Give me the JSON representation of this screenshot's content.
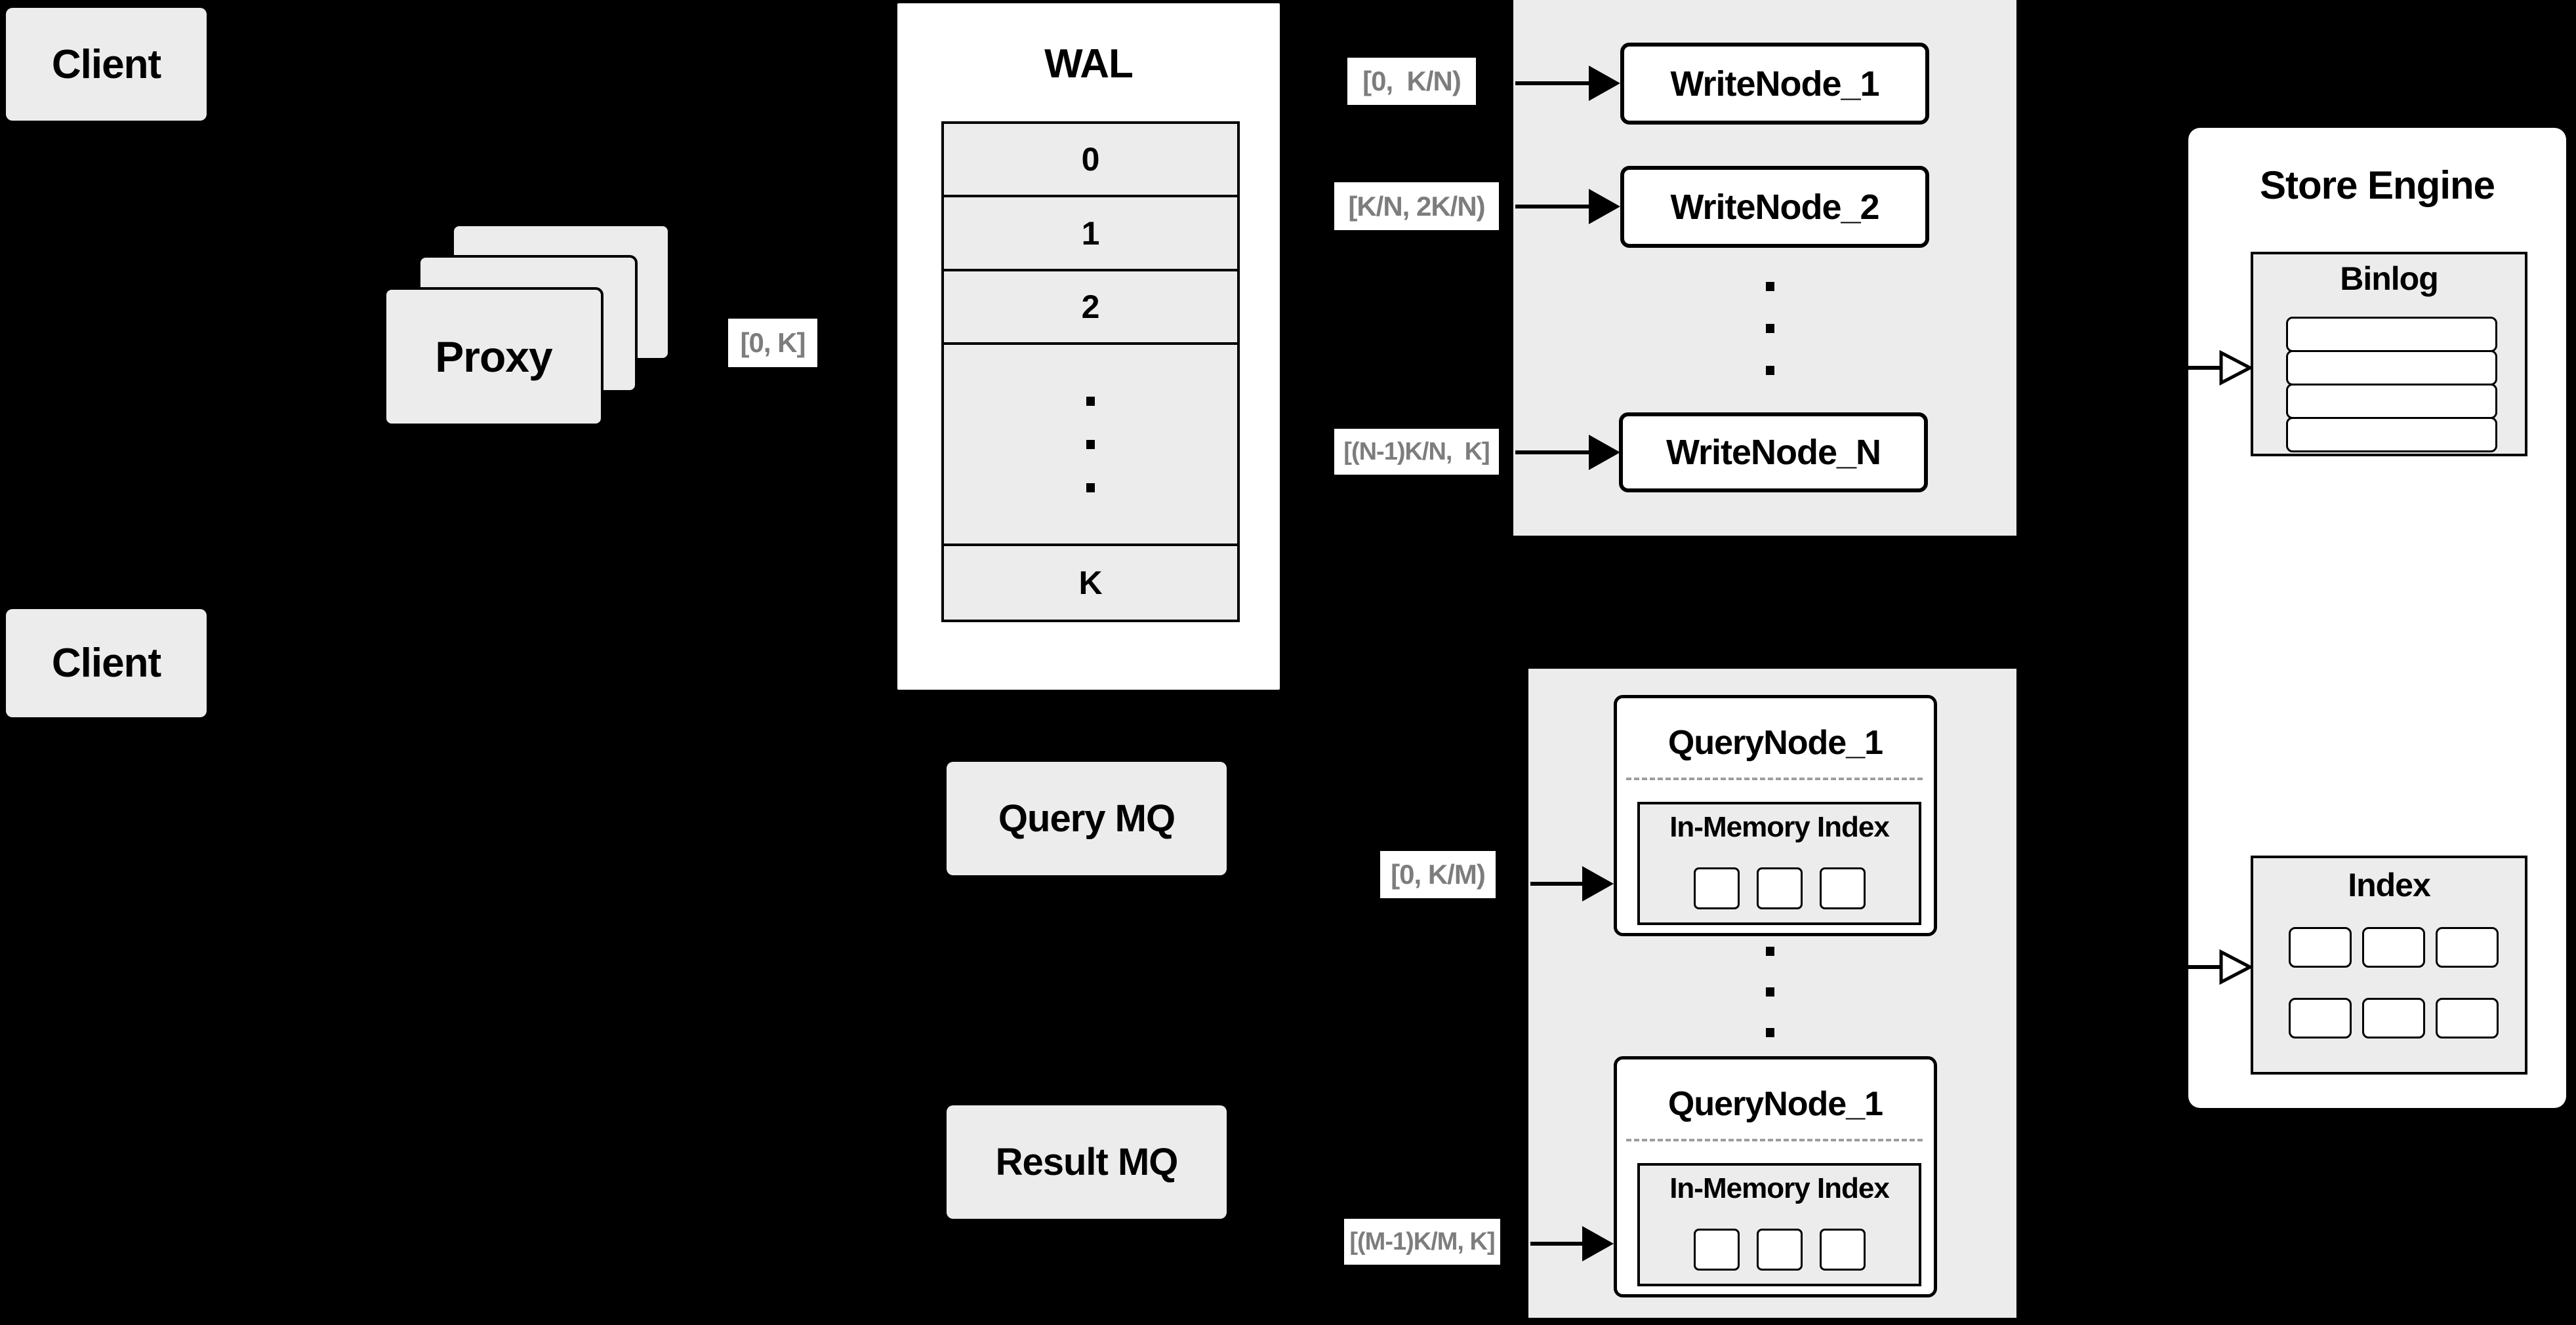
{
  "colors": {
    "background": "#000000",
    "panel_gray": "#ececec",
    "node_white": "#ffffff",
    "line_black": "#000000",
    "label_text_gray": "#7d7d7d",
    "dashed_divider_gray": "#9e9e9e"
  },
  "client_top": {
    "label": "Client"
  },
  "client_bottom": {
    "label": "Client"
  },
  "proxy": {
    "label": "Proxy"
  },
  "wal": {
    "title": "WAL",
    "rows": [
      "0",
      "1",
      "2",
      "K"
    ]
  },
  "range_labels": {
    "proxy_wal": "[0, K]",
    "wal_write1": "[0,  K/N)",
    "wal_write2": "[K/N, 2K/N)",
    "wal_writeN": "[(N-1)K/N,  K]",
    "mq_query1": "[0, K/M)",
    "mq_queryM": "[(M-1)K/M, K]"
  },
  "write_group": {
    "nodes": [
      "WriteNode_1",
      "WriteNode_2",
      "WriteNode_N"
    ]
  },
  "mq": {
    "query_label": "Query MQ",
    "result_label": "Result MQ"
  },
  "query_group": {
    "top_node": {
      "title": "QueryNode_1",
      "index_label": "In-Memory Index"
    },
    "bottom_node": {
      "title": "QueryNode_1",
      "index_label": "In-Memory Index"
    }
  },
  "store_engine": {
    "title": "Store Engine",
    "binlog_label": "Binlog",
    "index_label": "Index"
  }
}
